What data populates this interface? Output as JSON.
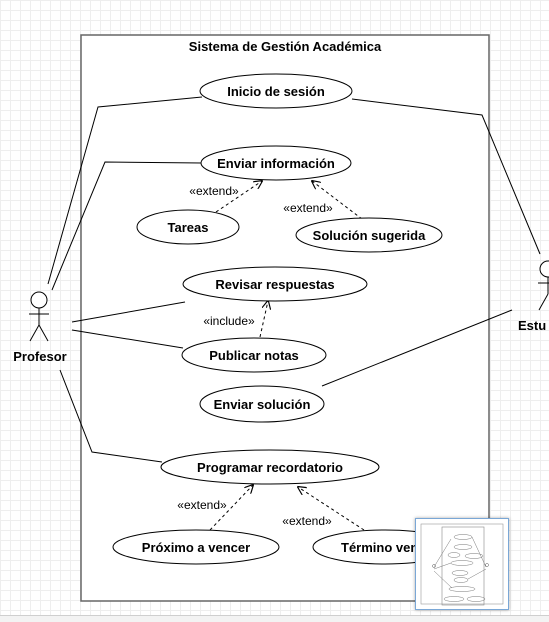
{
  "diagram": {
    "system_title": "Sistema de Gestión Académica",
    "actors": {
      "profesor": "Profesor",
      "estudiante": "Estu"
    },
    "use_cases": {
      "inicio_sesion": "Inicio de sesión",
      "enviar_informacion": "Enviar información",
      "tareas": "Tareas",
      "solucion_sugerida": "Solución sugerida",
      "revisar_respuestas": "Revisar respuestas",
      "publicar_notas": "Publicar notas",
      "enviar_solucion": "Enviar solución",
      "programar_recordatorio": "Programar recordatorio",
      "proximo_a_vencer": "Próximo a vencer",
      "termino_vencido": "Término ven"
    },
    "stereotypes": {
      "extend_tareas": "«extend»",
      "extend_solucion": "«extend»",
      "include_revisar": "«include»",
      "extend_proximo": "«extend»",
      "extend_termino": "«extend»"
    }
  }
}
